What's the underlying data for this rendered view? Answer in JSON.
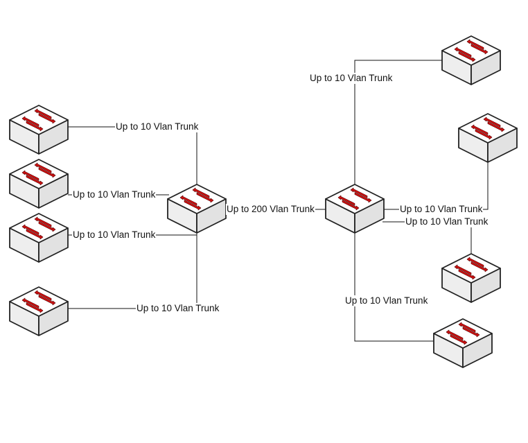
{
  "diagram": {
    "colors": {
      "switch_top": "#ffffff",
      "switch_side": "#eeeeee",
      "switch_edge": "#222222",
      "arrow_red": "#cc1111",
      "link_line": "#111111"
    },
    "icon": "network-switch-icon",
    "labels": {
      "left_top": "Up to 10 Vlan Trunk",
      "left_upper_mid": "Up to 10 Vlan Trunk",
      "left_lower_mid": "Up to 10 Vlan Trunk",
      "left_bottom": "Up to 10 Vlan Trunk",
      "core_link": "Up to  200 Vlan Trunk",
      "right_top": "Up to 10 Vlan Trunk",
      "right_upper_mid": "Up to 10 Vlan Trunk",
      "right_lower_mid": "Up to 10 Vlan Trunk",
      "right_bottom": "Up to 10 Vlan Trunk"
    }
  }
}
